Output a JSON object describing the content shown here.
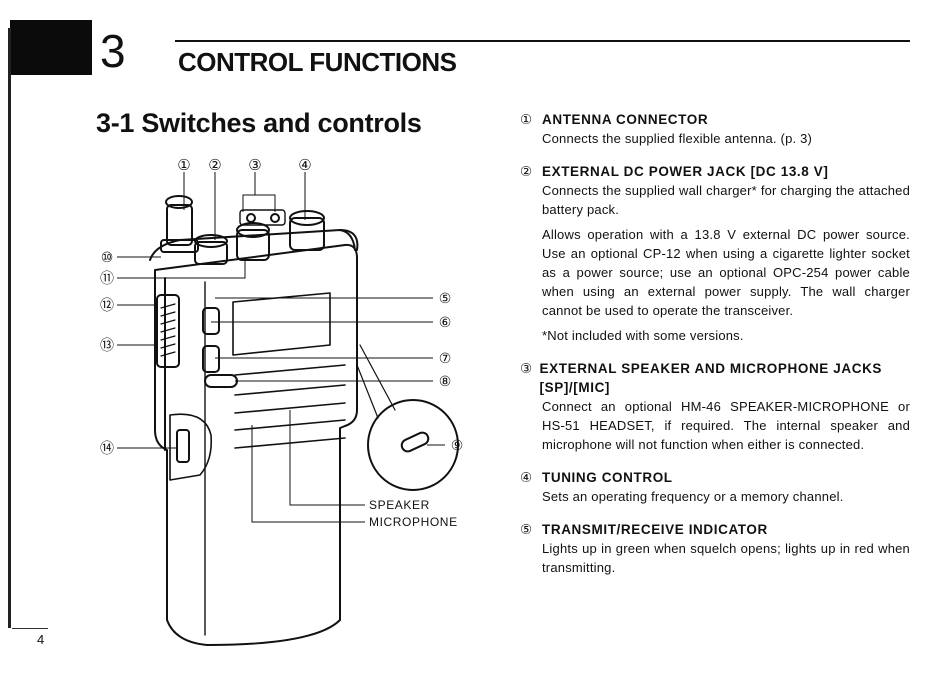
{
  "header": {
    "chapter_number": "3",
    "chapter_title": "CONTROL FUNCTIONS",
    "section_title": "3-1 Switches and controls"
  },
  "diagram": {
    "callouts_top": [
      "①",
      "②",
      "③",
      "④"
    ],
    "callouts_left": [
      "⑩",
      "⑪",
      "⑫",
      "⑬",
      "⑭"
    ],
    "callouts_right": [
      "⑤",
      "⑥",
      "⑦",
      "⑧",
      "⑨"
    ],
    "label_speaker": "SPEAKER",
    "label_microphone": "MICROPHONE"
  },
  "page_number": "4",
  "items": [
    {
      "num": "①",
      "title": "ANTENNA CONNECTOR",
      "body": [
        "Connects the supplied flexible antenna. (p. 3)"
      ]
    },
    {
      "num": "②",
      "title": "EXTERNAL DC POWER JACK [DC 13.8 V]",
      "body": [
        "Connects the supplied wall charger* for charging the attached battery pack.",
        "Allows operation with a 13.8 V external DC power source. Use an optional CP-12 when using a cigarette lighter socket as a power source; use an optional OPC-254 power cable when using an external power supply. The wall charger cannot be used to operate the transceiver."
      ],
      "note": "*Not included with some versions."
    },
    {
      "num": "③",
      "title": "EXTERNAL SPEAKER AND MICROPHONE JACKS [SP]/[MIC]",
      "body": [
        "Connect an optional HM-46 SPEAKER-MICROPHONE or HS-51 HEADSET, if required. The internal speaker and microphone will not function when either is connected."
      ]
    },
    {
      "num": "④",
      "title": "TUNING CONTROL",
      "body": [
        "Sets an operating frequency or a memory channel."
      ]
    },
    {
      "num": "⑤",
      "title": "TRANSMIT/RECEIVE INDICATOR",
      "body": [
        "Lights up in green when squelch opens; lights up in red when transmitting."
      ]
    }
  ]
}
